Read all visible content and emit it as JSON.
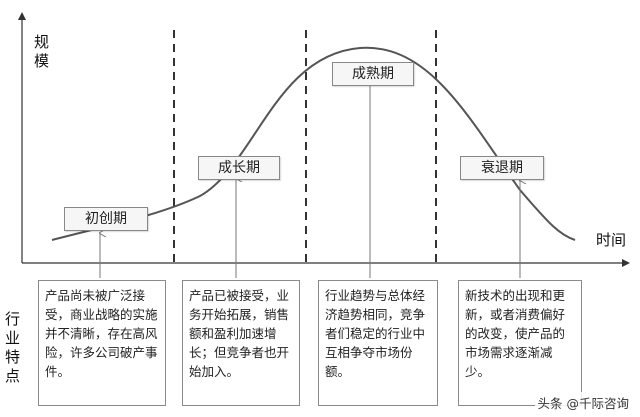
{
  "axes": {
    "y_label": "规模",
    "x_label": "时间",
    "side_label": "行业特点"
  },
  "stages": [
    {
      "name": "初创期",
      "description": "产品尚未被广泛接受，商业战略的实施并不清晰，存在高风险，许多公司破产事件。"
    },
    {
      "name": "成长期",
      "description": "产品已被接受，业务开始拓展，销售额和盈利加速增长；但竞争者也开始加入。"
    },
    {
      "name": "成熟期",
      "description": "行业趋势与总体经济趋势相同，竞争者们稳定的行业中互相争夺市场份额。"
    },
    {
      "name": "衰退期",
      "description": "新技术的出现和更新，或者消费偏好的改变，使产品的市场需求逐渐减少。"
    }
  ],
  "watermark": "头条 @千际咨询",
  "colors": {
    "line": "#555555",
    "dash": "#333333",
    "box_border": "#8a8a8a",
    "label_bg": "#f6f6f6"
  }
}
